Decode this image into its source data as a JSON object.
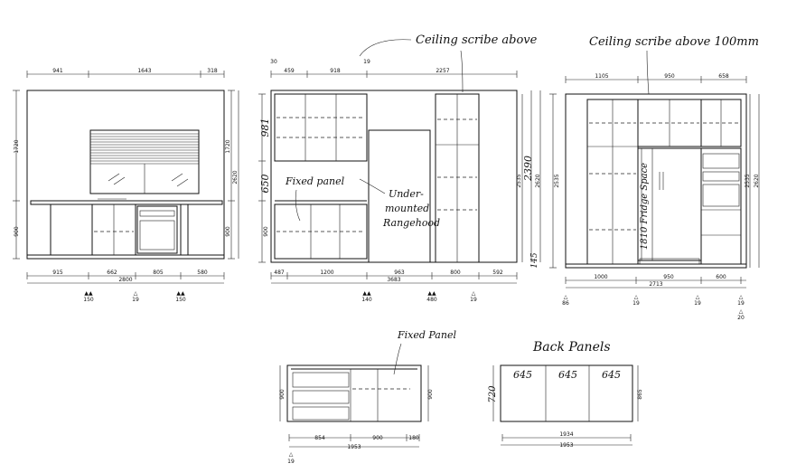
{
  "elevation1": {
    "top_dims": [
      "941",
      "1643",
      "318"
    ],
    "left_dims": [
      "1720",
      "900"
    ],
    "right_dims": [
      "1720",
      "900",
      "2620"
    ],
    "bottom_dims": [
      "915",
      "662",
      "805",
      "580"
    ],
    "total": "2800",
    "markers": [
      "150",
      "19",
      "150"
    ]
  },
  "elevation2": {
    "top_note": "30",
    "top_dims": [
      "459",
      "918",
      "19",
      "2257"
    ],
    "left_dims": [
      "981",
      "650",
      "900"
    ],
    "right_dims": [
      "2390",
      "2535",
      "2620"
    ],
    "side_dim": "145",
    "bottom_dims": [
      "487",
      "1200",
      "963",
      "800",
      "592"
    ],
    "total": "3683",
    "markers": [
      "140",
      "480",
      "19"
    ],
    "annotations": {
      "ceiling": "Ceiling scribe above",
      "fixed_panel": "Fixed panel",
      "rangehood_1": "Under-",
      "rangehood_2": "mounted",
      "rangehood_3": "Rangehood"
    }
  },
  "elevation3": {
    "top_dims": [
      "1105",
      "950",
      "658"
    ],
    "left_dim": "2535",
    "right_dims": [
      "2535",
      "2620"
    ],
    "bottom_dims": [
      "1000",
      "950",
      "600"
    ],
    "total": "2713",
    "markers": [
      "86",
      "19",
      "19",
      "19",
      "20"
    ],
    "annotations": {
      "ceiling": "Ceiling scribe above 100mm",
      "fridge": "1810 Fridge Space"
    }
  },
  "island": {
    "left_dim": "900",
    "right_dim": "900",
    "bottom_dims": [
      "854",
      "900",
      "180"
    ],
    "total": "1953",
    "marker": "19",
    "annotation": "Fixed Panel"
  },
  "back_panels": {
    "title": "Back Panels",
    "panels": [
      "645",
      "645",
      "645"
    ],
    "left_dim": "720",
    "right_dim": "865",
    "inner_total": "1934",
    "total": "1953"
  }
}
